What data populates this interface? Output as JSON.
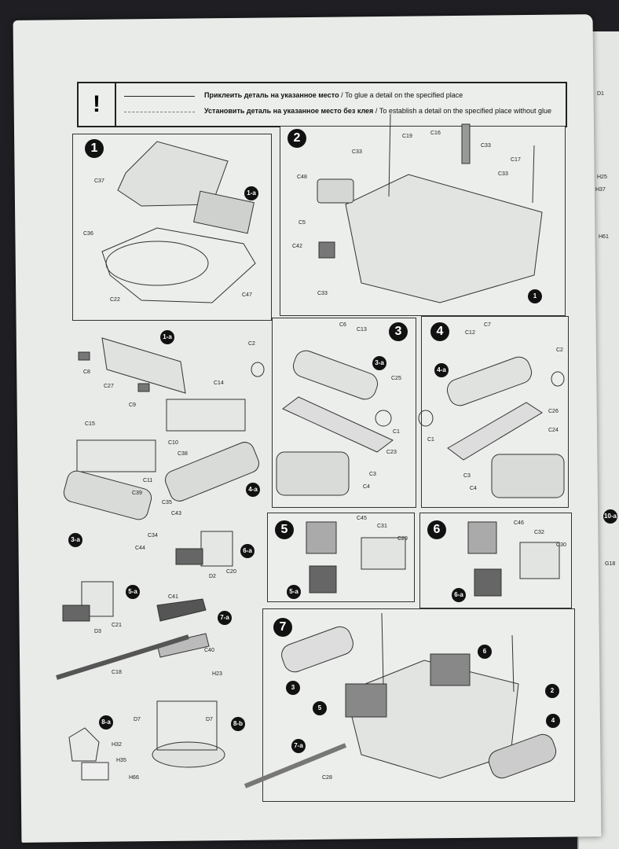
{
  "legend": {
    "bang": "!",
    "glue_ru": "Приклеить деталь на указанное место",
    "glue_sep": "/",
    "glue_en": "To glue a detail on the specified place",
    "noglue_ru": "Установить деталь на указанное место без клея",
    "noglue_sep": "/",
    "noglue_en": "To establish a detail on the specified place without glue"
  },
  "steps": [
    "1",
    "2",
    "3",
    "4",
    "5",
    "6",
    "7"
  ],
  "sub_steps": [
    "1-a",
    "1-a",
    "3-a",
    "3-a",
    "4-a",
    "4-a",
    "5-a",
    "5-a",
    "6-a",
    "6-a",
    "7-a",
    "7-a",
    "8-a",
    "8-b",
    "1",
    "2",
    "3",
    "4",
    "5",
    "6"
  ],
  "parts": {
    "p1": [
      "C37",
      "1-a",
      "C36",
      "C22",
      "C47"
    ],
    "p2": [
      "C19",
      "C33",
      "C16",
      "C33",
      "C17",
      "C33",
      "C48",
      "C5",
      "C42",
      "C33"
    ],
    "p3": [
      "C6",
      "C13",
      "C2",
      "C25",
      "C1",
      "C23",
      "C3",
      "C4"
    ],
    "p4": [
      "C7",
      "C12",
      "C2",
      "C26",
      "C24",
      "C1",
      "C3",
      "C4"
    ],
    "p5": [
      "C45",
      "C31",
      "C29"
    ],
    "p6": [
      "C46",
      "C32",
      "C30"
    ],
    "loose": [
      "C8",
      "C27",
      "C9",
      "C14",
      "C15",
      "C10",
      "C38",
      "C11",
      "C39",
      "C35",
      "C43",
      "C34",
      "C44",
      "D2",
      "C20",
      "C21",
      "D3",
      "C41",
      "C40",
      "C18",
      "H23",
      "D7",
      "D7",
      "H32",
      "H35",
      "H66",
      "C28"
    ],
    "side": [
      "D1",
      "H25",
      "H37",
      "H61",
      "G18",
      "10-a"
    ]
  }
}
